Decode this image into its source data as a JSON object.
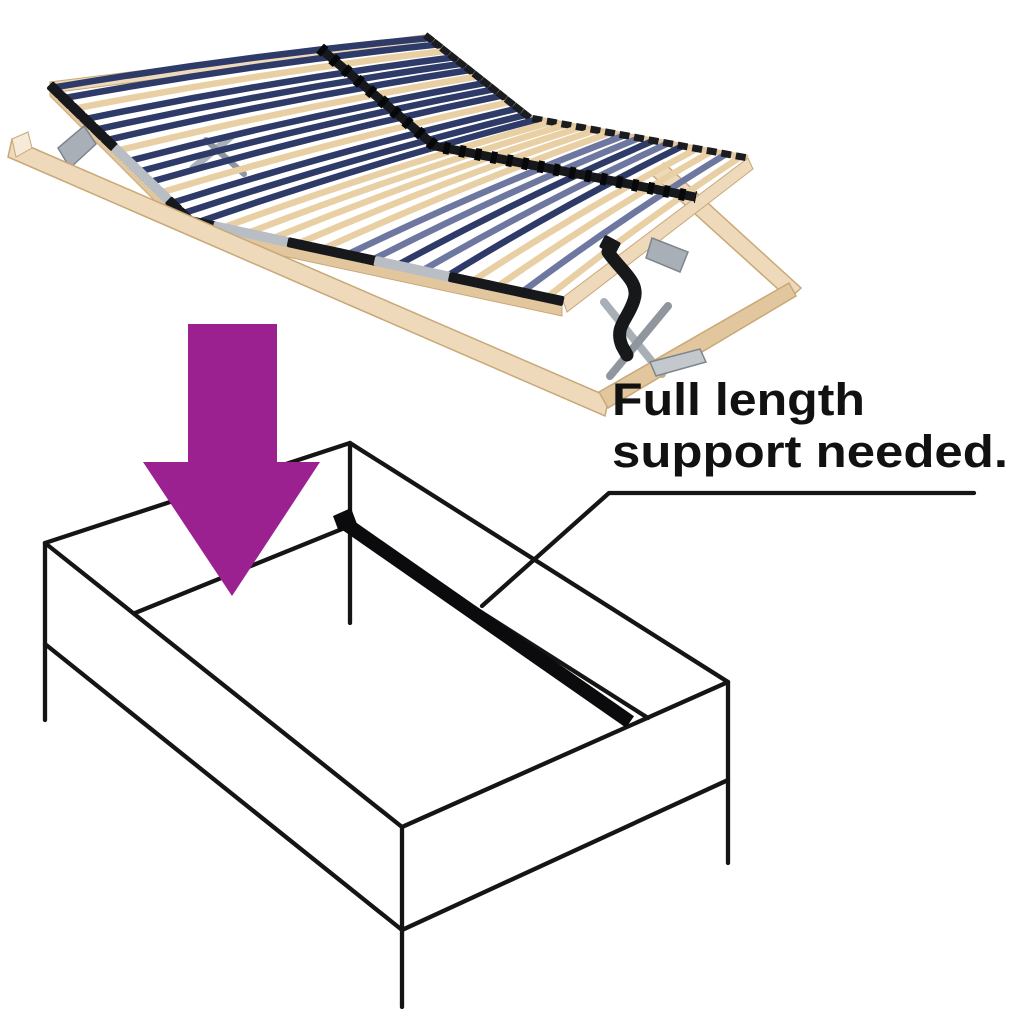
{
  "annotation": {
    "line1": "Full length",
    "line2": "support needed."
  },
  "colors": {
    "background": "#ffffff",
    "line": "#151515",
    "text": "#111111",
    "arrow": "#9c2190",
    "beam": "#0b0b0d",
    "wood_light": "#eed9ba",
    "wood_mid": "#e2c79e",
    "wood_dark": "#c9a877",
    "slat_wood": "#e9cfa4",
    "slat_navy": "#2e3a68",
    "slat_slate": "#6d77a0",
    "cap_black": "#16181b",
    "cap_grey": "#b9bec4",
    "metal": "#a9afb6",
    "metal_dark": "#8f969e",
    "strap": "#17181a"
  },
  "illustration": {
    "planes": [
      {
        "name": "head-section",
        "near": [
          [
            50,
            82
          ],
          [
            190,
            218
          ]
        ],
        "far": [
          [
            425,
            35
          ],
          [
            530,
            118
          ]
        ],
        "slats": [
          "navy",
          "navy",
          "wood",
          "navy",
          "navy",
          "navy",
          "wood",
          "navy",
          "navy",
          "navy",
          "wood",
          "navy",
          "navy"
        ],
        "cap_zones": [
          [
            0,
            0.45,
            "black"
          ],
          [
            0.45,
            0.82,
            "grey"
          ],
          [
            0.82,
            1,
            "black"
          ]
        ],
        "cap_density": 1
      },
      {
        "name": "flat-section",
        "near": [
          [
            190,
            218
          ],
          [
            562,
            298
          ]
        ],
        "far": [
          [
            530,
            118
          ],
          [
            748,
            158
          ]
        ],
        "slats": [
          "navy",
          "wood",
          "wood",
          "wood",
          "wood",
          "wood",
          "slate",
          "slate",
          "navy",
          "slate",
          "navy",
          "wood",
          "wood",
          "slate",
          "wood"
        ],
        "cap_zones": [
          [
            0,
            0.07,
            "black"
          ],
          [
            0.07,
            0.26,
            "grey"
          ],
          [
            0.26,
            0.51,
            "black"
          ],
          [
            0.51,
            0.71,
            "grey"
          ],
          [
            0.71,
            1,
            "black"
          ]
        ],
        "cap_density": 2
      }
    ],
    "belt_t": 0.72
  }
}
